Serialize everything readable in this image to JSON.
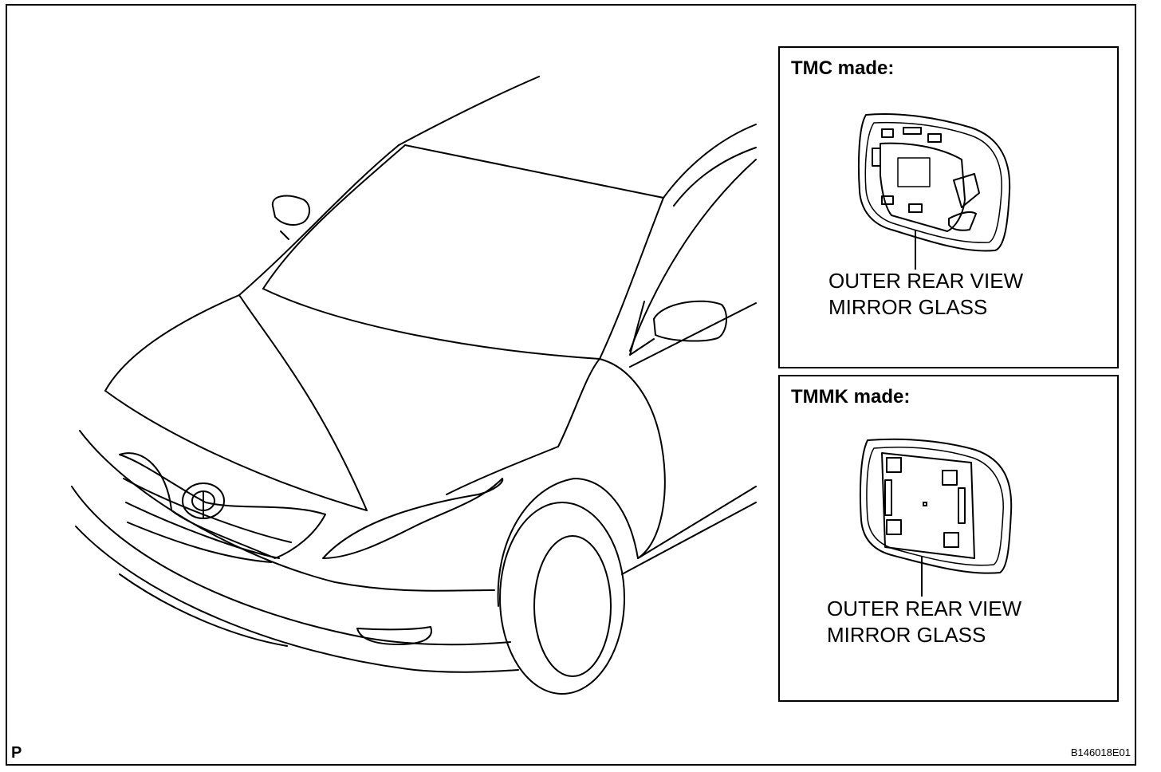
{
  "panels": {
    "tmc": {
      "title": "TMC made:",
      "callout_line1": "OUTER REAR VIEW",
      "callout_line2": "MIRROR GLASS"
    },
    "tmmk": {
      "title": "TMMK made:",
      "callout_line1": "OUTER REAR VIEW",
      "callout_line2": "MIRROR GLASS"
    }
  },
  "corner_marker": "P",
  "figure_id": "B146018E01"
}
